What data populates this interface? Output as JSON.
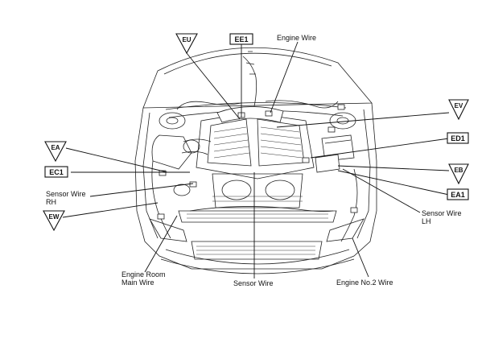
{
  "triangle_connectors": [
    "EU",
    "EV",
    "EA",
    "EB",
    "EW"
  ],
  "box_connectors": [
    "EE1",
    "ED1",
    "EC1",
    "EA1"
  ],
  "wire_labels": {
    "engine_wire": "Engine Wire",
    "sensor_wire_rh_line1": "Sensor Wire",
    "sensor_wire_rh_line2": "RH",
    "sensor_wire_lh_line1": "Sensor Wire",
    "sensor_wire_lh_line2": "LH",
    "engine_room_main_line1": "Engine Room",
    "engine_room_main_line2": "Main Wire",
    "sensor_wire": "Sensor Wire",
    "engine_no2_wire": "Engine No.2 Wire"
  }
}
